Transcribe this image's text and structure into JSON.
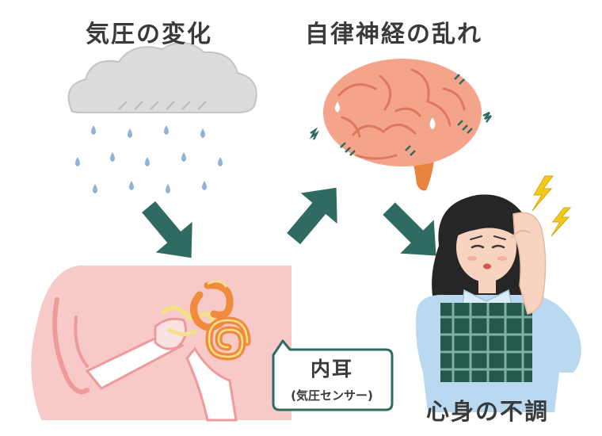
{
  "labels": {
    "pressure_change": "気圧の変化",
    "autonomic_disorder": "自律神経の乱れ",
    "malaise": "心身の不調",
    "inner_ear": "内耳",
    "inner_ear_note": "(気圧センサー)"
  },
  "colors": {
    "cloud": "#dcdcdc",
    "rain": "#8db3d6",
    "arrow": "#2f6b62",
    "brain": "#f4a48a",
    "brain_stem": "#e8833e",
    "ear_skin": "#f8c9c9",
    "cochlea": "#f08a3c",
    "nerve": "#f4e08a",
    "plaid": "#245a4c",
    "blouse": "#b9d9f0",
    "hair": "#262626",
    "lightning": "#f2c81e"
  },
  "icons": [
    "rain-cloud-icon",
    "brain-icon",
    "ear-icon",
    "lightning-icon",
    "headache-person-icon"
  ]
}
